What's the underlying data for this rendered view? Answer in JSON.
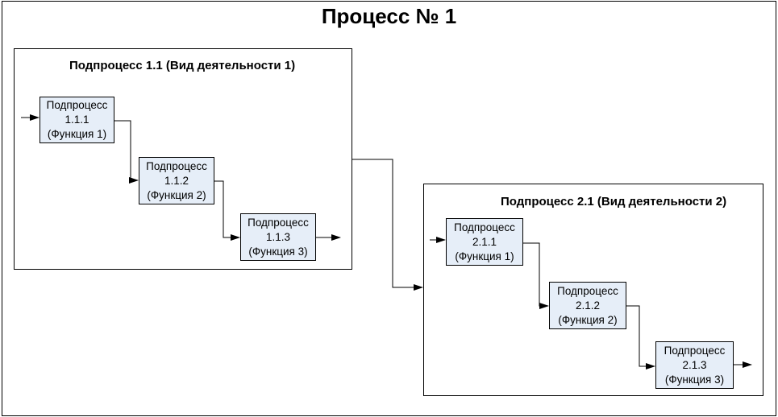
{
  "process": {
    "title": "Процесс № 1"
  },
  "groups": [
    {
      "title": "Подпроцесс 1.1 (Вид деятельности 1)"
    },
    {
      "title": "Подпроцесс 2.1 (Вид деятельности 2)"
    }
  ],
  "boxes": [
    {
      "line1": "Подпроцесс",
      "line2": "1.1.1",
      "line3": "(Функция 1)"
    },
    {
      "line1": "Подпроцесс",
      "line2": "1.1.2",
      "line3": "(Функция 2)"
    },
    {
      "line1": "Подпроцесс",
      "line2": "1.1.3",
      "line3": "(Функция 3)"
    },
    {
      "line1": "Подпроцесс",
      "line2": "2.1.1",
      "line3": "(Функция 1)"
    },
    {
      "line1": "Подпроцесс",
      "line2": "2.1.2",
      "line3": "(Функция 2)"
    },
    {
      "line1": "Подпроцесс",
      "line2": "2.1.3",
      "line3": "(Функция 3)"
    }
  ]
}
